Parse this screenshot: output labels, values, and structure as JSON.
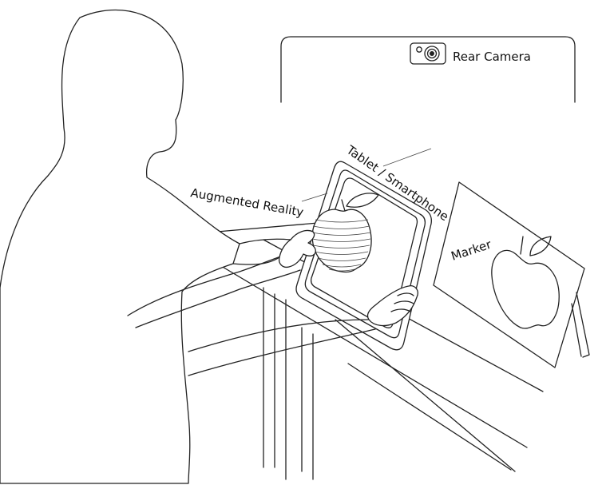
{
  "labels": {
    "rear_camera": "Rear Camera",
    "device": "Tablet / Smartphone",
    "augmented_reality": "Augmented Reality",
    "marker": "Marker"
  },
  "colors": {
    "line": "#222222",
    "background": "#ffffff"
  },
  "icons": [
    "camera-icon",
    "apple-icon"
  ]
}
